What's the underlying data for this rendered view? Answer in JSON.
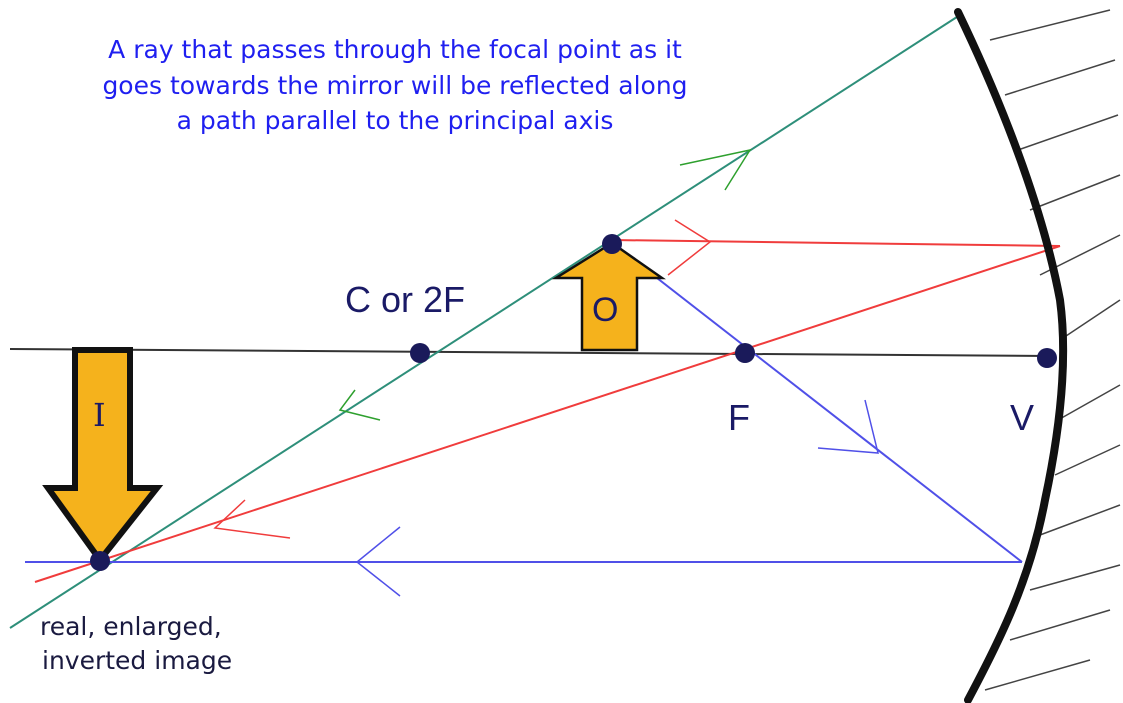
{
  "caption": {
    "line1": "A ray that passes through the focal point as it",
    "line2": "goes towards the mirror will be reflected along",
    "line3": "a path parallel to the principal axis"
  },
  "points": {
    "center": "C or 2F",
    "focal": "F",
    "vertex": "V"
  },
  "object_label": "O",
  "image_label": "I",
  "image_note": {
    "line1": "real, enlarged,",
    "line2": "inverted image"
  },
  "colors": {
    "caption_text": "#1f1ff0",
    "ray_green": "#2e8f7a",
    "ray_red": "#f03c3c",
    "ray_blue": "#5050e8",
    "arrow_fill": "#f5b21c",
    "mirror": "#111111",
    "axis": "#333333"
  }
}
